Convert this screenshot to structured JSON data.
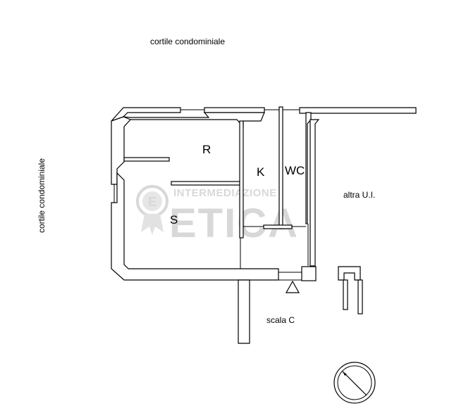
{
  "labels": {
    "top_courtyard": "cortile condominiale",
    "left_courtyard": "cortile condominiale",
    "other_unit": "altra U.I.",
    "stair": "scala C"
  },
  "rooms": {
    "r": "R",
    "k": "K",
    "wc": "WC",
    "s": "S"
  },
  "watermark": {
    "top_text": "INTERMEDIAZIONE",
    "big_text": "ETICA",
    "badge_letter": "E"
  },
  "colors": {
    "wall_fill": "#ffffff",
    "wall_stroke": "#000000",
    "watermark": "#d8d8d8"
  }
}
